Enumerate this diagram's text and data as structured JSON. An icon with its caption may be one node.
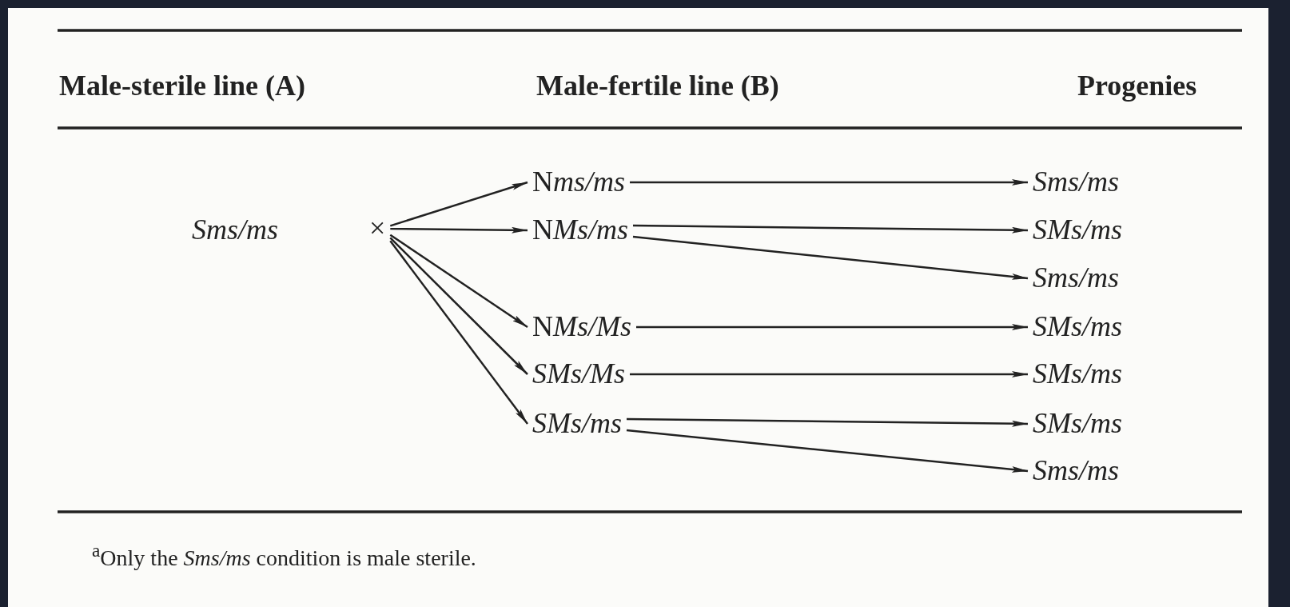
{
  "diagram": {
    "nodes": [
      {
        "text": [
          "Sms/ms"
        ]
      },
      {
        "text": [
          "×"
        ]
      },
      {
        "text": [
          "Nms/ms"
        ]
      },
      {
        "text": [
          "NMs/ms"
        ]
      },
      {
        "text": [
          "NMs/Ms"
        ]
      },
      {
        "text": [
          "SMs/Ms"
        ]
      },
      {
        "text": [
          "SMs/ms"
        ]
      },
      {
        "text": [
          "Sms/ms"
        ]
      },
      {
        "text": [
          "SMs/ms"
        ]
      },
      {
        "text": [
          "Sms/ms"
        ]
      },
      {
        "text": [
          "SMs/ms"
        ]
      },
      {
        "text": [
          "SMs/ms"
        ]
      },
      {
        "text": [
          "SMs/ms"
        ]
      },
      {
        "text": [
          "Sms/ms"
        ]
      }
    ],
    "edges": [
      {
        "from": 1,
        "to": 2,
        "arrow": "to"
      },
      {
        "from": 1,
        "to": 3,
        "arrow": "to"
      },
      {
        "from": 1,
        "to": 4,
        "arrow": "to"
      },
      {
        "from": 1,
        "to": 5,
        "arrow": "to"
      },
      {
        "from": 1,
        "to": 6,
        "arrow": "to"
      },
      {
        "from": 2,
        "to": 7,
        "arrow": "to"
      },
      {
        "from": 3,
        "to": 8,
        "arrow": "to"
      },
      {
        "from": 3,
        "to": 9,
        "arrow": "to"
      },
      {
        "from": 4,
        "to": 10,
        "arrow": "to"
      },
      {
        "from": 5,
        "to": 11,
        "arrow": "to"
      },
      {
        "from": 6,
        "to": 12,
        "arrow": "to"
      },
      {
        "from": 6,
        "to": 13,
        "arrow": "to"
      }
    ],
    "labels": [
      "Male-sterile line (A)",
      "Male-fertile line (B)",
      "Progenies",
      "$^{a}$Only the *Sms/ms* condition is male sterile."
    ]
  }
}
